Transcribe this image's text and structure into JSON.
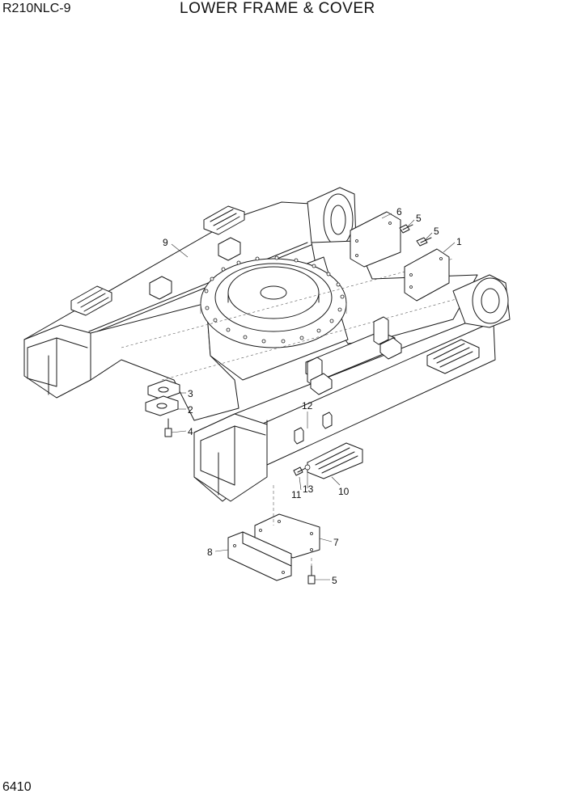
{
  "header": {
    "model": "R210NLC-9",
    "title": "LOWER FRAME & COVER"
  },
  "footer": {
    "page_number": "6410"
  },
  "callouts": {
    "c1": "1",
    "c2": "2",
    "c3": "3",
    "c4": "4",
    "c5a": "5",
    "c5b": "5",
    "c5c": "5",
    "c6": "6",
    "c7": "7",
    "c8": "8",
    "c9": "9",
    "c10": "10",
    "c11": "11",
    "c12": "12",
    "c13": "13"
  }
}
